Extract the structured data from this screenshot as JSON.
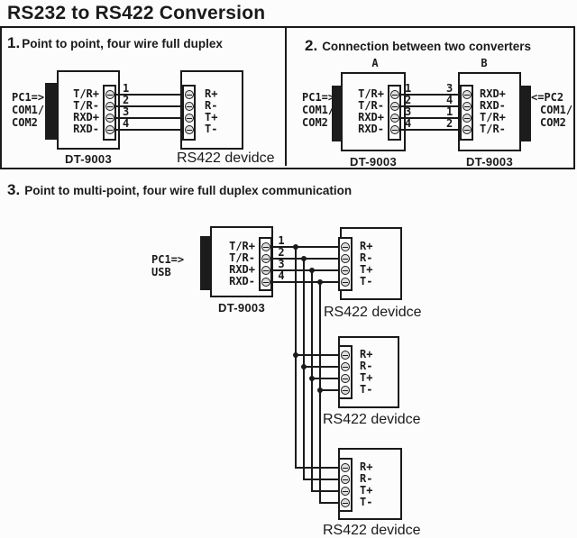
{
  "page": {
    "title": "RS232 to RS422 Conversion"
  },
  "colors": {
    "ink": "#1a1a1a",
    "connector_fill": "#1c1c1c",
    "screw_fill": "#e0e0e0"
  },
  "sections": {
    "s1": {
      "number": "1.",
      "heading": "Point to point, four wire full duplex",
      "pc": [
        "PC1=>",
        "COM1/",
        "COM2"
      ],
      "converter": {
        "channels": [
          "T/R+",
          "T/R-",
          "RXD+",
          "RXD-"
        ],
        "caption": "DT-9003"
      },
      "wire_numbers": [
        "1",
        "2",
        "3",
        "4"
      ],
      "device": {
        "channels": [
          "R+",
          "R-",
          "T+",
          "T-"
        ],
        "caption": "RS422 devidce"
      }
    },
    "s2": {
      "number": "2.",
      "heading": "Connection between two converters",
      "label_a": "A",
      "label_b": "B",
      "pc1": [
        "PC1=>",
        "COM1/",
        "COM2"
      ],
      "pc2": [
        "<=PC2",
        "COM1/",
        "COM2"
      ],
      "conv_a": {
        "channels": [
          "T/R+",
          "T/R-",
          "RXD+",
          "RXD-"
        ],
        "caption": "DT-9003"
      },
      "conv_b": {
        "channels": [
          "RXD+",
          "RXD-",
          "T/R+",
          "T/R-"
        ],
        "caption": "DT-9003"
      },
      "left_numbers": [
        "1",
        "2",
        "3",
        "4"
      ],
      "right_numbers": [
        "3",
        "4",
        "1",
        "2"
      ]
    },
    "s3": {
      "number": "3.",
      "heading": "Point to multi-point, four wire full duplex communication",
      "pc": [
        "PC1=>",
        "USB"
      ],
      "converter": {
        "channels": [
          "T/R+",
          "T/R-",
          "RXD+",
          "RXD-"
        ],
        "caption": "DT-9003"
      },
      "wire_numbers": [
        "1",
        "2",
        "3",
        "4"
      ],
      "devices": [
        {
          "channels": [
            "R+",
            "R-",
            "T+",
            "T-"
          ],
          "caption": "RS422 devidce"
        },
        {
          "channels": [
            "R+",
            "R-",
            "T+",
            "T-"
          ],
          "caption": "RS422 devidce"
        },
        {
          "channels": [
            "R+",
            "R-",
            "T+",
            "T-"
          ],
          "caption": "RS422 devidce"
        }
      ]
    }
  }
}
